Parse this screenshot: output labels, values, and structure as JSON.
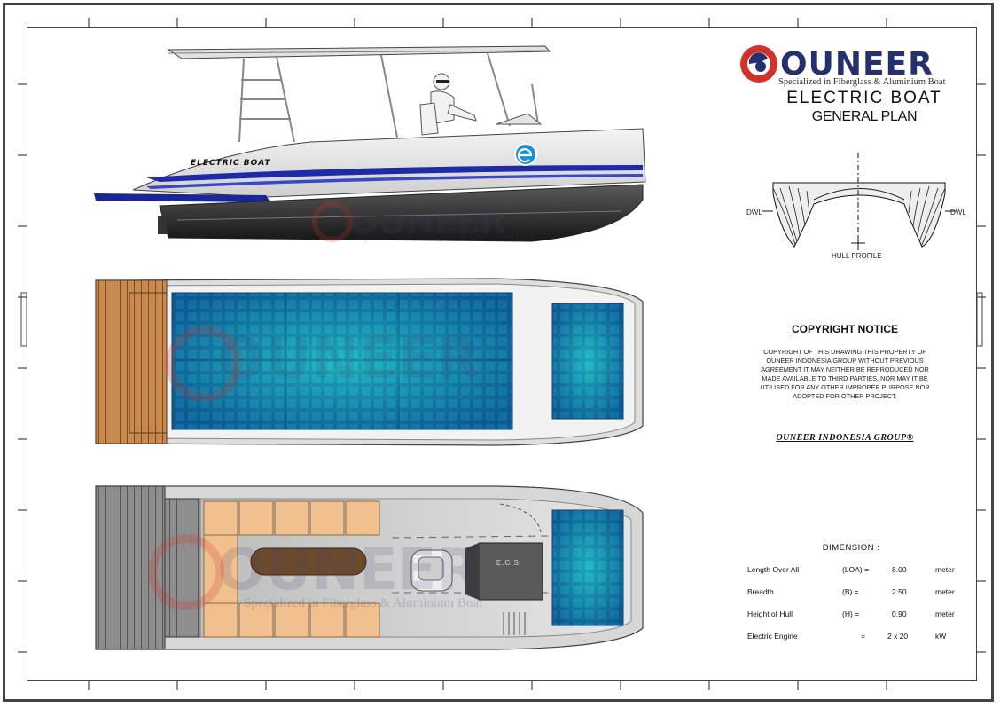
{
  "brand": {
    "name": "OUNEER",
    "tagline": "Specialized in Fiberglass & Aluminium Boat",
    "primary_color": "#24316e",
    "accent_color": "#d3312b"
  },
  "title": {
    "line1": "ELECTRIC BOAT",
    "line2": "GENERAL PLAN"
  },
  "side_view": {
    "hull_text": "ELECTRIC BOAT"
  },
  "hull_profile": {
    "left_label": "DWL",
    "right_label": "DWL",
    "caption": "HULL PROFILE"
  },
  "deck_plan": {
    "console_label": "E.C.S"
  },
  "copyright": {
    "title": "COPYRIGHT NOTICE",
    "body": "COPYRIGHT OF THIS DRAWING THIS PROPERTY OF OUNEER INDONESIA GROUP WITHOUT PREVIOUS AGREEMENT IT MAY NEITHER BE REPRODUCED NOR MADE AVAILABLE TO THIRD PARTIES, NOR MAY IT BE UTILISED FOR ANY OTHER IMPROPER PURPOSE NOR ADOPTED FOR OTHER PROJECT.",
    "owner": "OUNEER INDONESIA GROUP®"
  },
  "dimension": {
    "title": "DIMENSION :",
    "rows": [
      {
        "label": "Length Over All",
        "abbr": "(LOA) =",
        "value": "8.00",
        "unit": "meter"
      },
      {
        "label": "Breadth",
        "abbr": "(B) =",
        "value": "2.50",
        "unit": "meter"
      },
      {
        "label": "Height of Hull",
        "abbr": "(H) =",
        "value": "0.90",
        "unit": "meter"
      },
      {
        "label": "Electric Engine",
        "abbr": "=",
        "value": "2 x 20",
        "unit": "kW"
      }
    ]
  }
}
